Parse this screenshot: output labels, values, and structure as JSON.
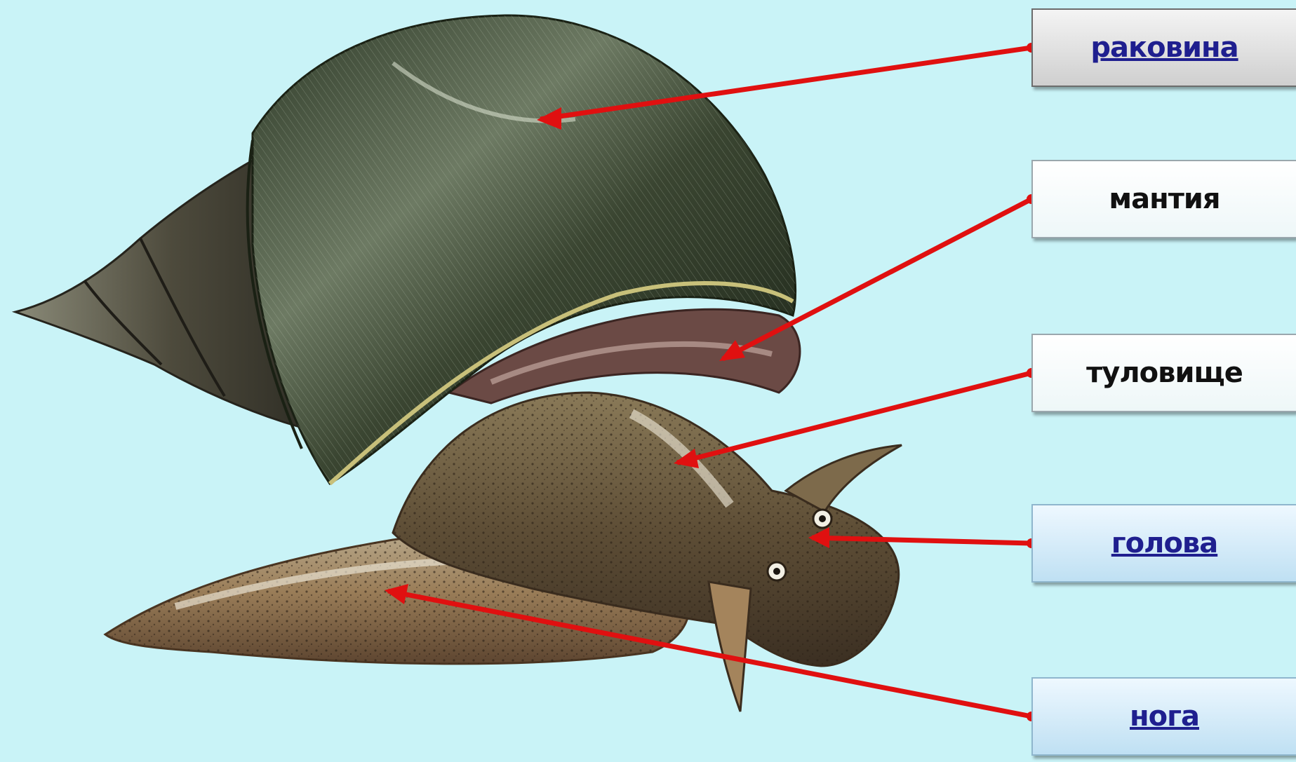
{
  "labels": {
    "shell": "раковина",
    "mantle": "мантия",
    "body": "туловище",
    "head": "голова",
    "foot": "нога"
  },
  "colors": {
    "background": "#c9f3f7",
    "pointer": "#e01010",
    "link": "#1f1f8f"
  },
  "illustration": {
    "subject": "snail-illustration"
  }
}
